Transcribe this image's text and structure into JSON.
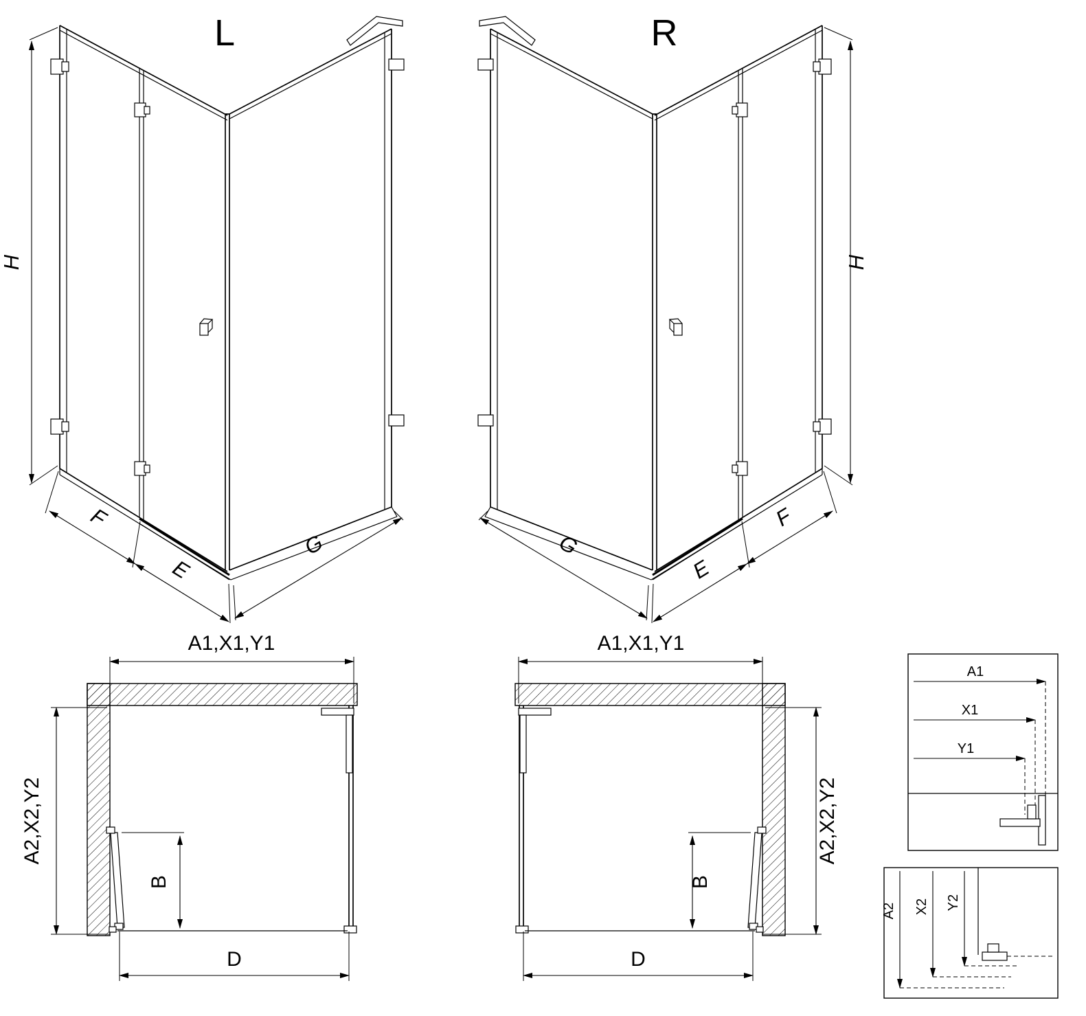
{
  "drawing": {
    "iso_left": {
      "variant": "L",
      "height": "H",
      "front_outer": "F",
      "front_inner": "E",
      "side": "G"
    },
    "iso_right": {
      "variant": "R",
      "height": "H",
      "front_outer": "F",
      "front_inner": "E",
      "side": "G"
    },
    "plan_left": {
      "top": "A1,X1,Y1",
      "side": "A2,X2,Y2",
      "door": "B",
      "front": "D"
    },
    "plan_right": {
      "top": "A1,X1,Y1",
      "side": "A2,X2,Y2",
      "door": "B",
      "front": "D"
    },
    "detail_width": {
      "a1": "A1",
      "x1": "X1",
      "y1": "Y1"
    },
    "detail_depth": {
      "a2": "A2",
      "x2": "X2",
      "y2": "Y2"
    }
  },
  "colors": {
    "line": "#000000",
    "background": "#ffffff",
    "hatch": "#000000"
  }
}
